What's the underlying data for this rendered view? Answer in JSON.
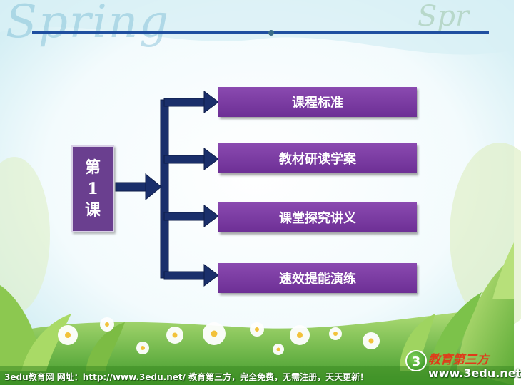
{
  "lesson": {
    "line1": "第",
    "line2": "1",
    "line3": "课"
  },
  "items": [
    {
      "label": "课程标准"
    },
    {
      "label": "教材研读学案"
    },
    {
      "label": "课堂探究讲义"
    },
    {
      "label": "速效提能演练"
    }
  ],
  "footer": {
    "text": "3edu教育网    网址：http://www.3edu.net/    教育第三方，完全免费，无需注册，天天更新！"
  },
  "brand": {
    "logo": "3",
    "name": "教育第三方",
    "url": "www.3edu.net"
  },
  "colors": {
    "button": "#7a3ea3",
    "connector": "#1a2f6b",
    "top_line": "#1f4fa0"
  }
}
